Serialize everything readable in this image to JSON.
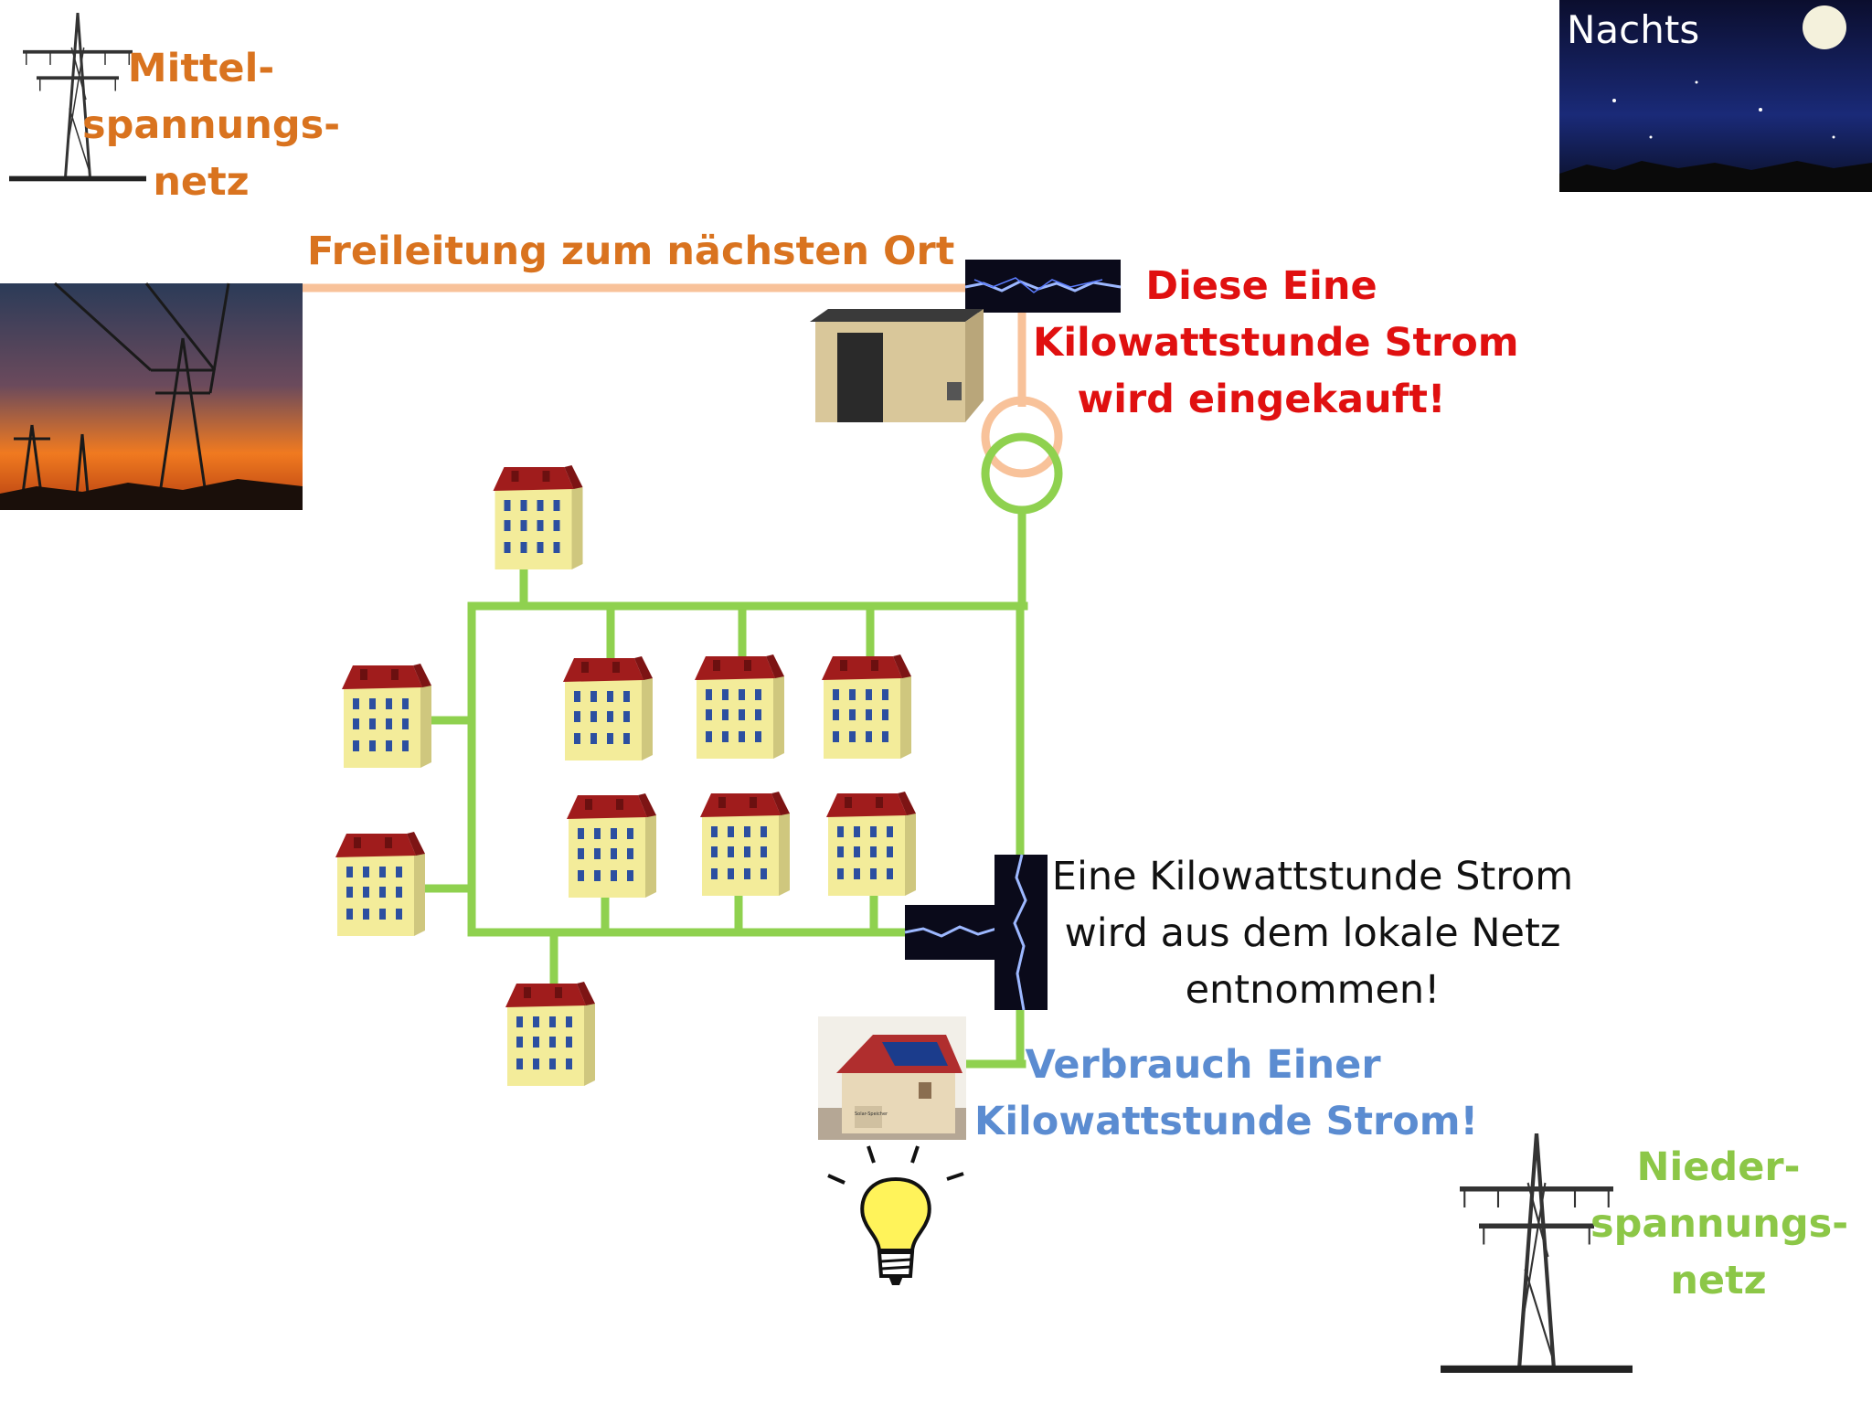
{
  "medium_voltage": {
    "line1": "Mittel-",
    "line2": "spannungs-",
    "line3": "netz"
  },
  "night": {
    "label": "Nachts"
  },
  "overhead": {
    "label": "Freileitung zum nächsten Ort"
  },
  "purchase": {
    "line1": "Diese Eine",
    "line2": "Kilowattstunde Strom",
    "line3": "wird eingekauft!"
  },
  "withdrawal": {
    "line1": "Eine Kilowattstunde Strom",
    "line2": "wird aus dem lokale Netz",
    "line3": "entnommen!"
  },
  "consumption": {
    "line1": "Verbrauch Einer",
    "line2": "Kilowattstunde Strom!"
  },
  "low_voltage": {
    "line1": "Nieder-",
    "line2": "spannungs-",
    "line3": "netz"
  },
  "house_sign": {
    "label": "Solar-Speicher"
  },
  "colors": {
    "medium_voltage_line": "#f8c29a",
    "low_voltage_line": "#8fd14f",
    "roof": "#a01c1c",
    "facade": "#f3ec9a",
    "orange_text": "#d9731f",
    "red_text": "#e01010",
    "blue_text": "#5b8cd1",
    "green_text": "#8cc747"
  },
  "icons": [
    "pylon-icon",
    "moon-icon",
    "sunset-pylons-image",
    "substation-icon",
    "transformer-icon",
    "lightning-icon",
    "apartment-building-icon",
    "solar-house-icon",
    "lightbulb-icon"
  ]
}
